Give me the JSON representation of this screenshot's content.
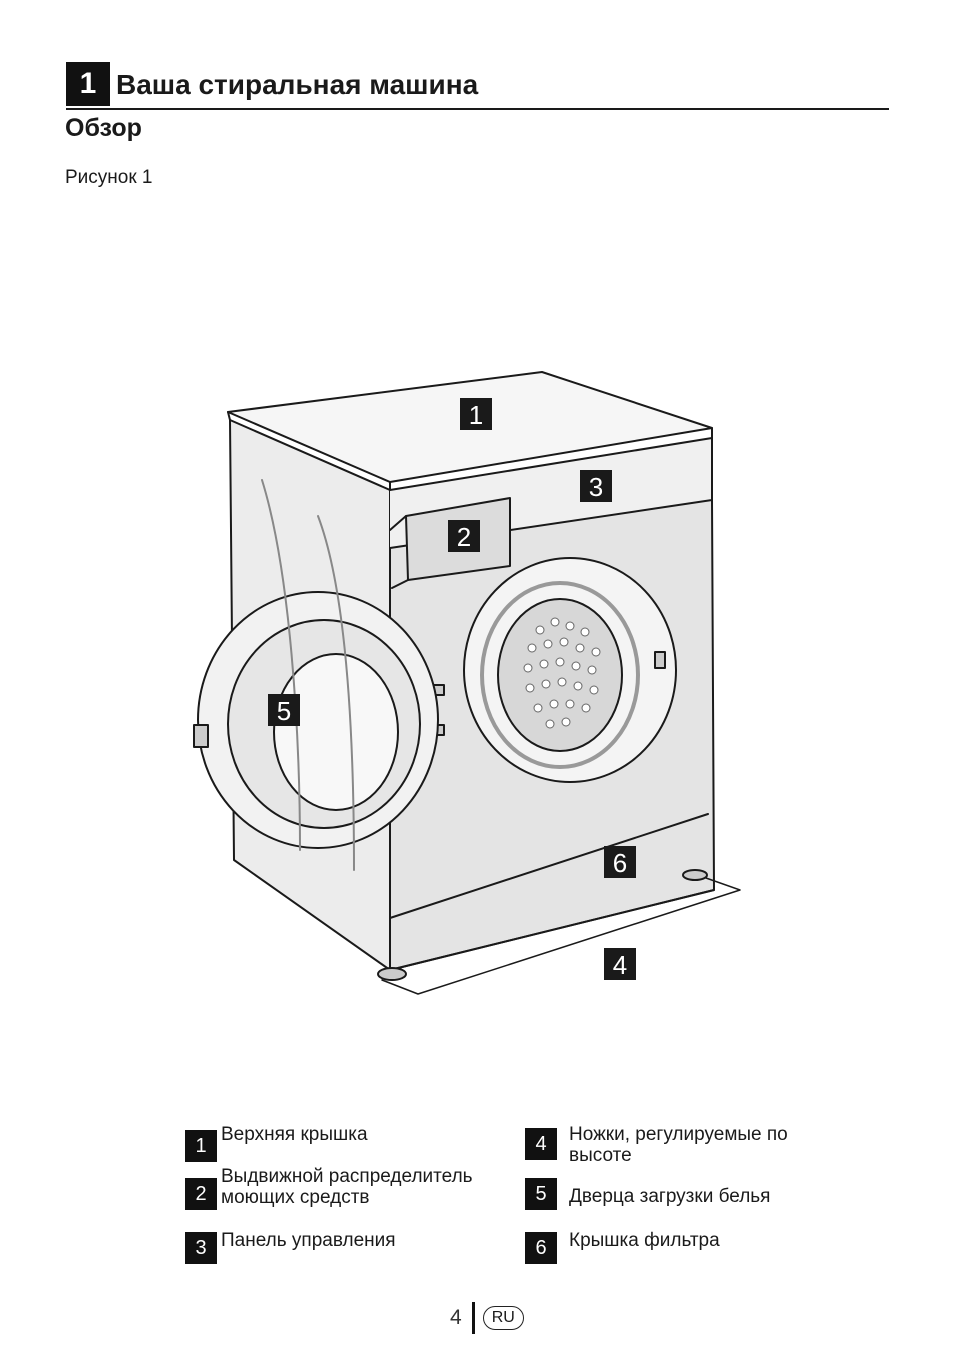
{
  "header": {
    "section_number": "1",
    "section_title": "Ваша стиральная машина"
  },
  "subtitle": "Обзор",
  "figure_caption": "Рисунок 1",
  "callouts": [
    "1",
    "2",
    "3",
    "4",
    "5",
    "6"
  ],
  "legend": [
    {
      "number": "1",
      "label": "Верхняя крышка"
    },
    {
      "number": "2",
      "label": "Выдвижной распределитель моющих средств"
    },
    {
      "number": "3",
      "label": "Панель управления"
    },
    {
      "number": "4",
      "label": "Ножки, регулируемые по высоте"
    },
    {
      "number": "5",
      "label": "Дверца загрузки белья"
    },
    {
      "number": "6",
      "label": "Крышка фильтра"
    }
  ],
  "footer": {
    "page_number": "4",
    "language": "RU"
  }
}
